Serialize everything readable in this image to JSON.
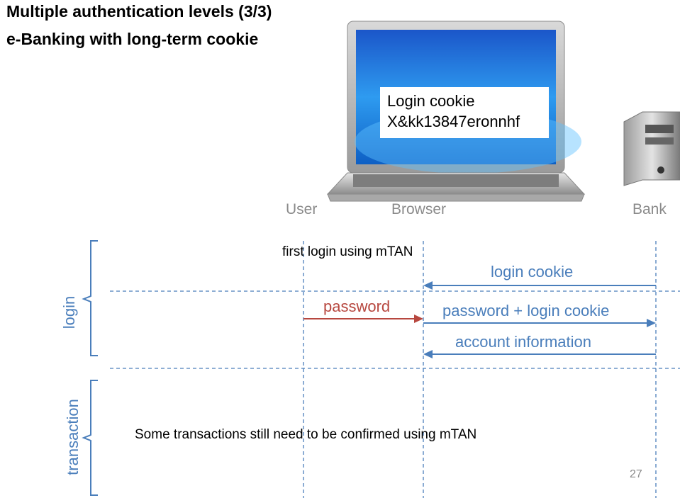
{
  "slide": {
    "title_line1": "Multiple authentication levels (3/3)",
    "title_line2": "e-Banking with long-term cookie",
    "page_number": "27"
  },
  "laptop_screen": {
    "cookie_line1": "Login cookie",
    "cookie_line2": "X&kk13847eronnhf"
  },
  "actors": {
    "user": "User",
    "browser": "Browser",
    "bank": "Bank"
  },
  "phases": {
    "login": "login",
    "transaction": "transaction"
  },
  "notes": {
    "first_login": "first login using mTAN",
    "transactions": "Some transactions still need to be confirmed using mTAN"
  },
  "messages": [
    {
      "label": "login cookie",
      "from": "Bank",
      "to": "Browser",
      "color": "#4a7ebb"
    },
    {
      "label": "password",
      "from": "User",
      "to": "Browser",
      "color": "#b7473f"
    },
    {
      "label": "password + login cookie",
      "from": "Browser",
      "to": "Bank",
      "color": "#4a7ebb"
    },
    {
      "label": "account information",
      "from": "Bank",
      "to": "Browser",
      "color": "#4a7ebb"
    }
  ],
  "colors": {
    "accent": "#4a7ebb",
    "password": "#b7473f",
    "muted": "#8a8a8a"
  },
  "icons": {
    "client": "laptop-icon",
    "server": "server-tower-icon"
  }
}
